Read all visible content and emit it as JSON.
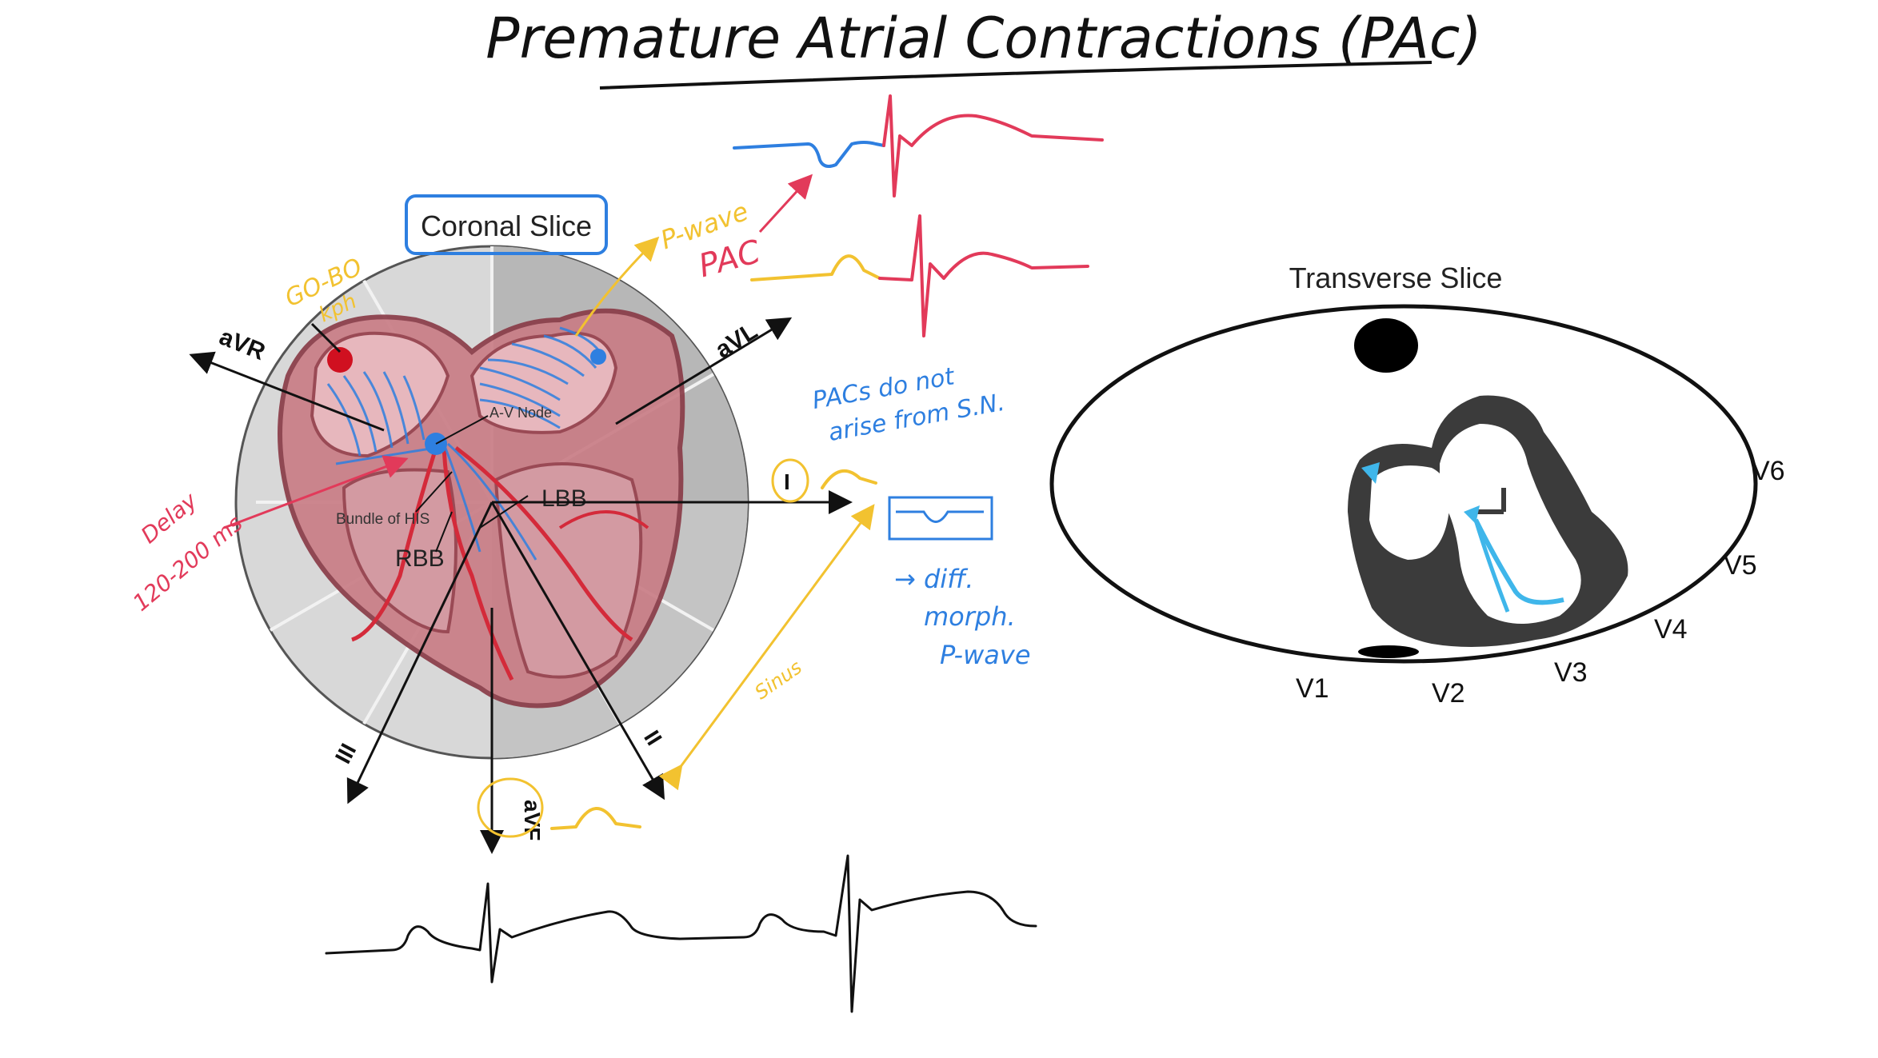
{
  "title": "Premature Atrial Contractions (PAc)",
  "coronal": {
    "label": "Coronal Slice",
    "leads": {
      "aVR": "aVR",
      "aVL": "aVL",
      "I": "I",
      "II": "II",
      "III": "III",
      "aVF": "aVF"
    },
    "structures": {
      "av_node": "A-V Node",
      "bundle": "Bundle of HIS",
      "lbb": "LBB",
      "rbb": "RBB"
    },
    "annotations": {
      "go_bo": [
        "GO-BO",
        "kph"
      ],
      "p_wave_arrow": "P-wave",
      "pac": "PAC",
      "delay": [
        "Delay",
        "120-200 ms"
      ],
      "pacs_note": [
        "PACs do not",
        "arise from S.N."
      ],
      "diff": [
        "→ diff.",
        "morph.",
        "P-wave"
      ],
      "sinus": "Sinus"
    }
  },
  "transverse": {
    "label": "Transverse Slice",
    "leads": [
      "V1",
      "V2",
      "V3",
      "V4",
      "V5",
      "V6"
    ]
  },
  "colors": {
    "ink": "#111111",
    "blue": "#2e7fe0",
    "red": "#e23a5a",
    "yellow": "#f2c230",
    "heart": "#c97d86",
    "cyan": "#3fb6ea",
    "dark_gray": "#3b3b3b"
  },
  "icons": [
    "blue-node-dot",
    "red-sa-node-dot",
    "arrow-icon"
  ]
}
